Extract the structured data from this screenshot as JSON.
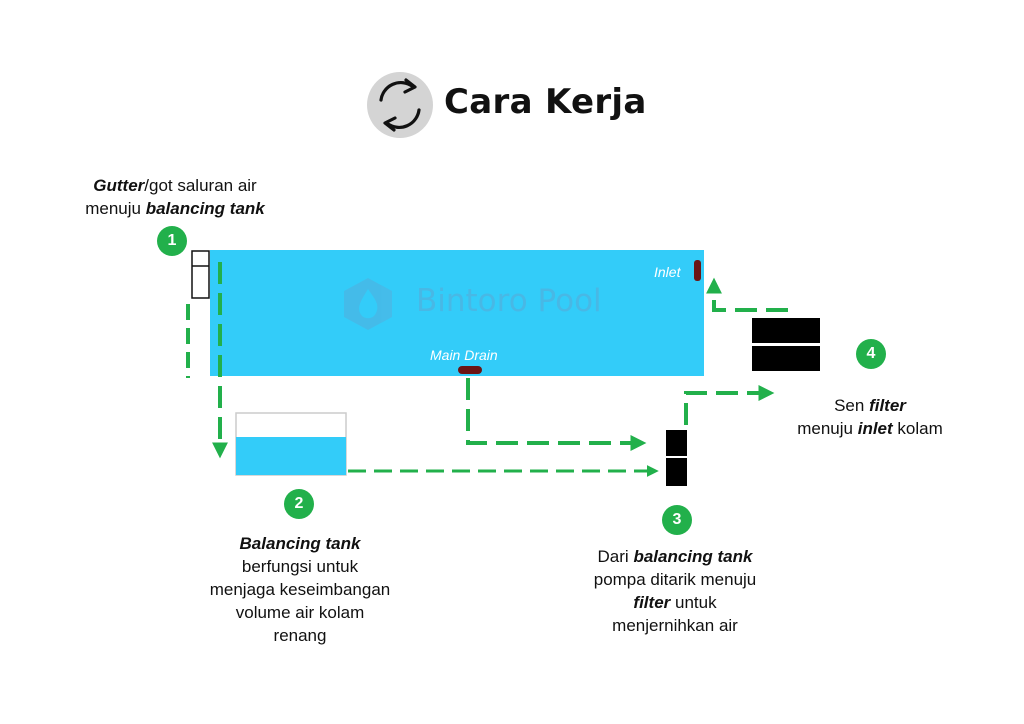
{
  "title": "Cara Kerja",
  "watermark": "Bintoro Pool",
  "pool_labels": {
    "inlet": "Inlet",
    "main_drain": "Main Drain"
  },
  "steps": [
    {
      "number": "1",
      "lines": [
        [
          "Gutter",
          "/got saluran air"
        ],
        [
          "menuju ",
          "balancing tank"
        ]
      ]
    },
    {
      "number": "2",
      "lines": [
        [
          "Balancing tank"
        ],
        [
          "berfungsi untuk"
        ],
        [
          "menjaga keseimbangan"
        ],
        [
          "volume air kolam"
        ],
        [
          "renang"
        ]
      ]
    },
    {
      "number": "3",
      "lines": [
        [
          "Dari ",
          "balancing tank"
        ],
        [
          "pompa ditarik menuju"
        ],
        [
          "filter",
          " untuk"
        ],
        [
          "menjernihkan air"
        ]
      ]
    },
    {
      "number": "4",
      "lines": [
        [
          "Sen ",
          "filter"
        ],
        [
          "menuju ",
          "inlet",
          " kolam"
        ]
      ]
    }
  ],
  "colors": {
    "pool": "#33ccf9",
    "flow": "#22b04b",
    "drain": "#6b1515",
    "equipment": "#000000"
  },
  "icons": {
    "title_icon": "cycle-arrows-icon",
    "watermark_logo": "water-drop-logo-icon"
  }
}
